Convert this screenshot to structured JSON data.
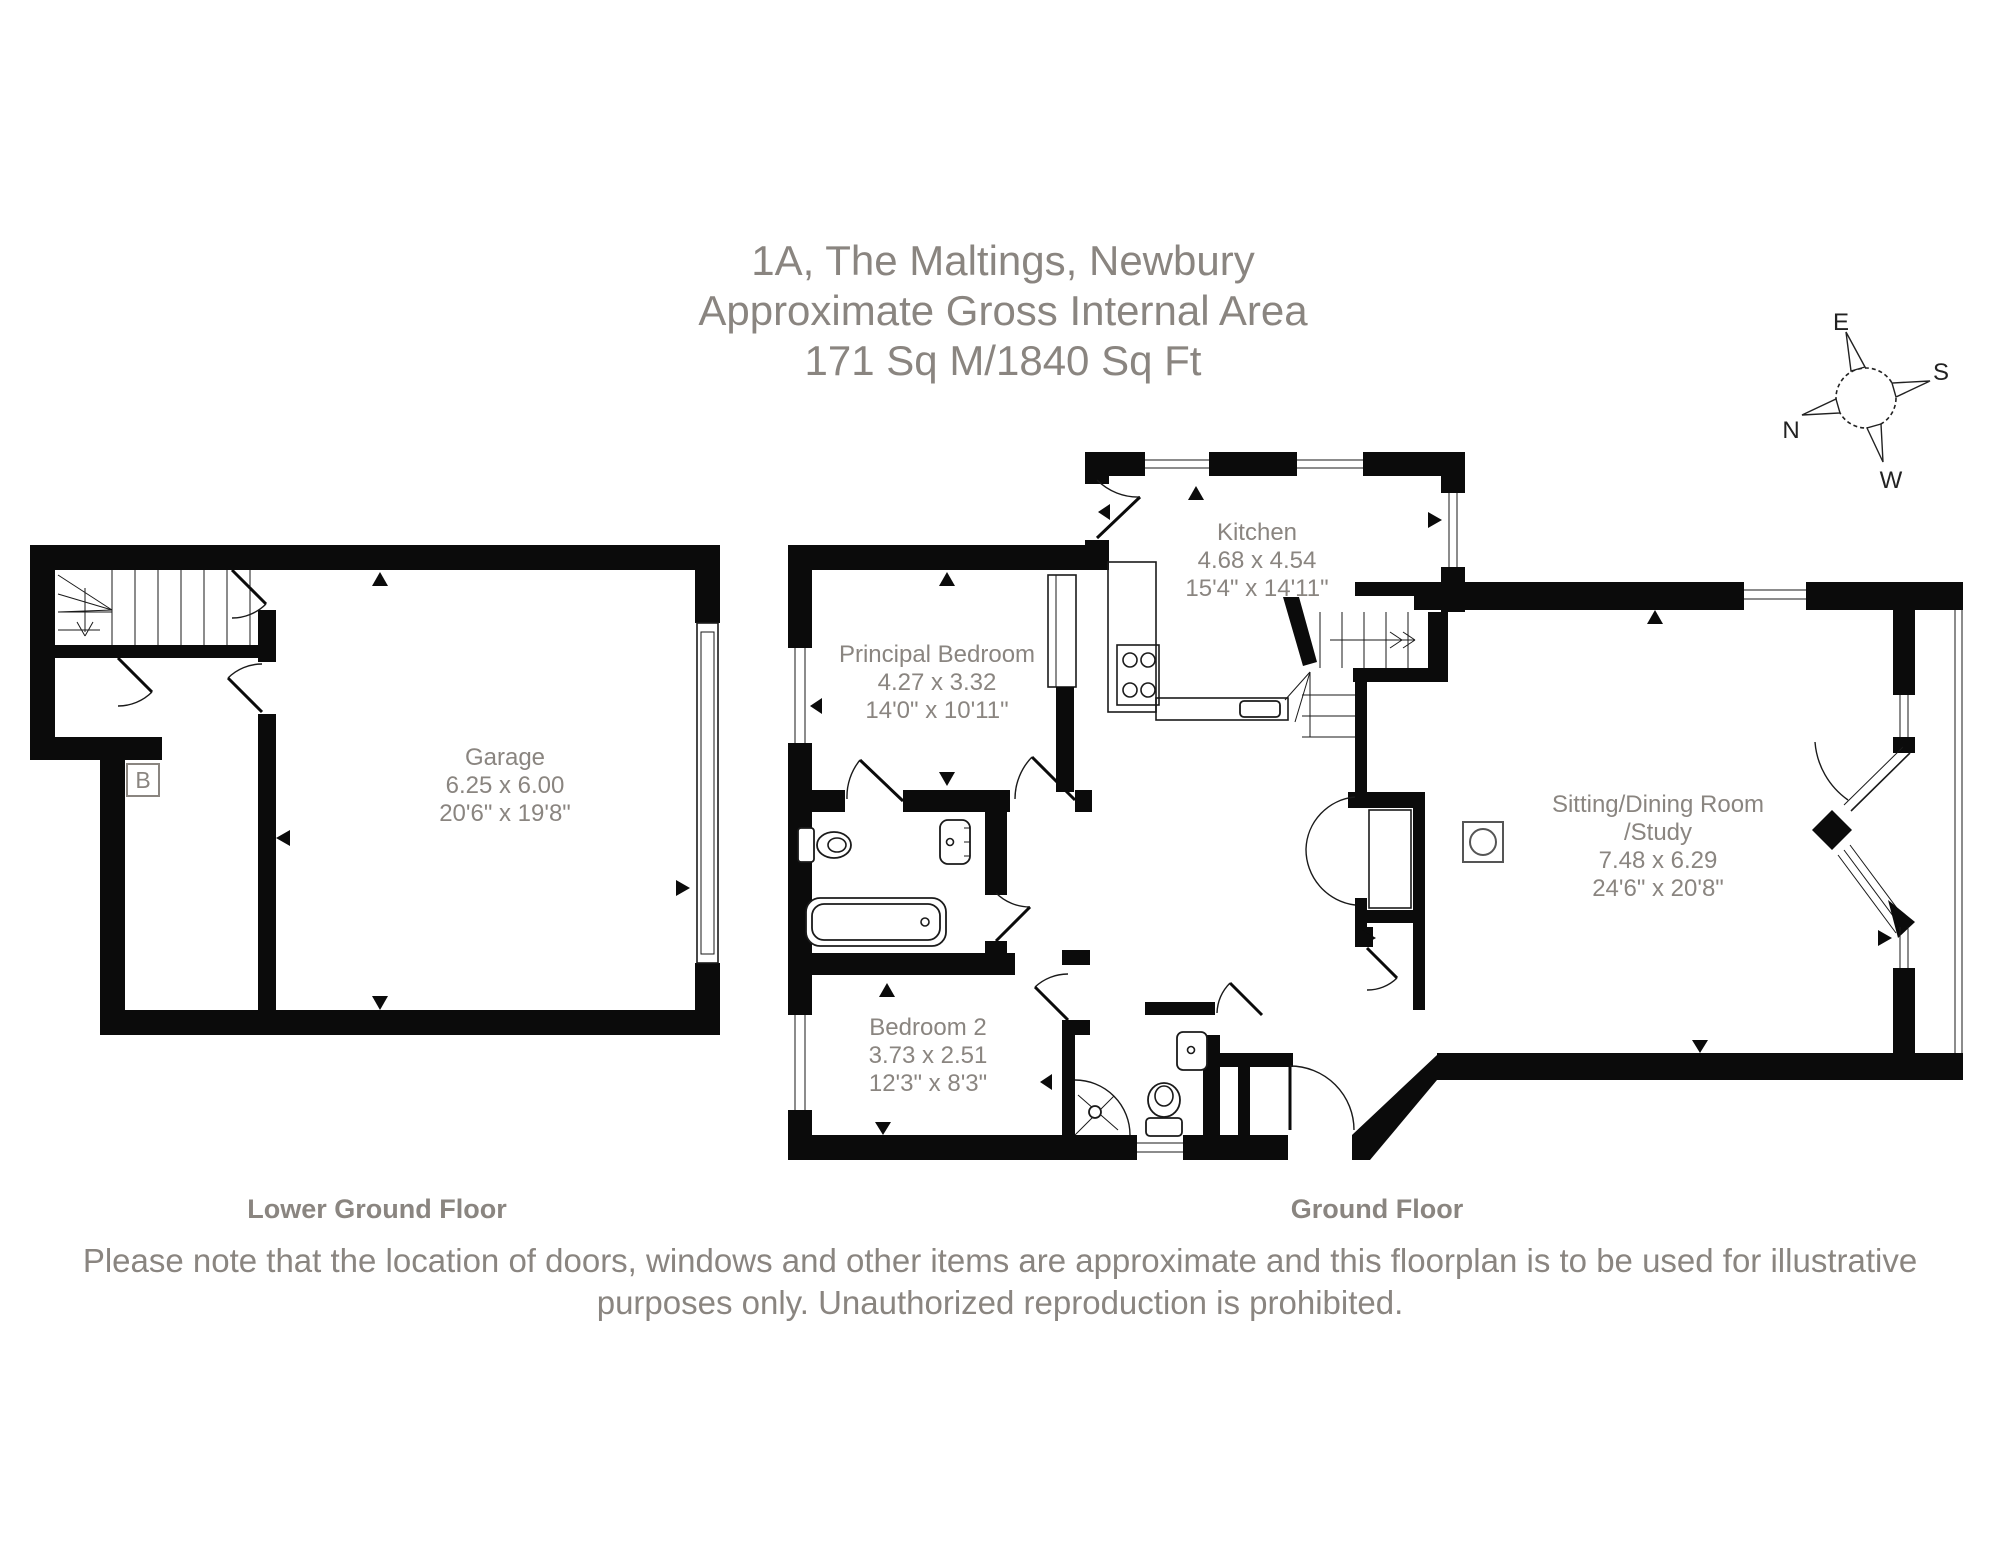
{
  "title": {
    "line1": "1A, The Maltings, Newbury",
    "line2": "Approximate Gross Internal Area",
    "line3": "171 Sq M/1840 Sq Ft"
  },
  "compass": {
    "north": "N",
    "east": "E",
    "south": "S",
    "west": "W"
  },
  "floor_labels": {
    "lower": "Lower Ground Floor",
    "ground": "Ground Floor"
  },
  "rooms": [
    {
      "name": "Garage",
      "metric": "6.25 x 6.00",
      "imperial": "20'6\" x 19'8\""
    },
    {
      "name": "Kitchen",
      "metric": "4.68 x 4.54",
      "imperial": "15'4\" x 14'11\""
    },
    {
      "name": "Principal Bedroom",
      "metric": "4.27 x 3.32",
      "imperial": "14'0\" x 10'11\""
    },
    {
      "name": "Sitting/Dining Room",
      "name_line2": "/Study",
      "metric": "7.48 x 6.29",
      "imperial": "24'6\" x 20'8\""
    },
    {
      "name": "Bedroom 2",
      "metric": "3.73 x 2.51",
      "imperial": "12'3\" x 8'3\""
    }
  ],
  "annotations": {
    "boiler": "B"
  },
  "disclaimer": {
    "line1": "Please note that the location of doors, windows and other items are approximate and this floorplan is to be used for illustrative",
    "line2": "purposes only. Unauthorized reproduction is prohibited."
  },
  "colors": {
    "wall": "#0b0b0b",
    "text_gray": "#8a8580"
  }
}
